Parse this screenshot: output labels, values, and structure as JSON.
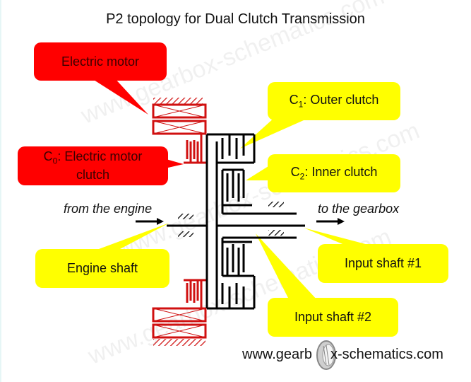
{
  "title": "P2 topology for Dual Clutch Transmission",
  "callouts": {
    "electric_motor": "Electric motor",
    "c0_prefix": "C",
    "c0_sub": "0",
    "c0_rest": ": Electric motor",
    "c0_line2": "clutch",
    "c1_prefix": "C",
    "c1_sub": "1",
    "c1_rest": ": Outer clutch",
    "c2_prefix": "C",
    "c2_sub": "2",
    "c2_rest": ": Inner clutch",
    "engine_shaft": "Engine shaft",
    "input_shaft_1": "Input shaft #1",
    "input_shaft_2": "Input shaft #2"
  },
  "flow_labels": {
    "from_engine": "from the engine",
    "to_gearbox": "to the gearbox"
  },
  "footer": {
    "prefix": "www.gearb",
    "suffix": "x-schematics.com"
  },
  "watermark": "www.gearbox-schematics.com",
  "colors": {
    "red": "#ff0000",
    "yellow": "#ffff00",
    "drawing_red": "#d01010",
    "drawing_black": "#000000"
  }
}
